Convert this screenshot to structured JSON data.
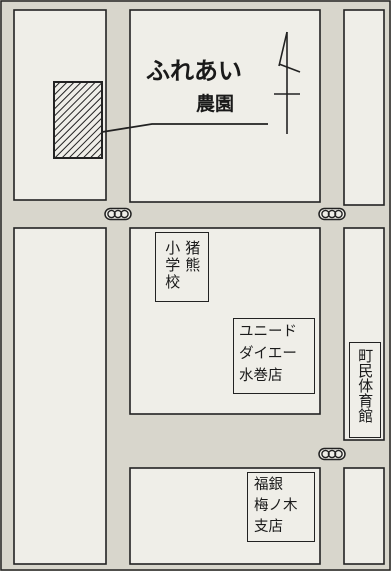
{
  "map": {
    "colors": {
      "background": "#d8d6cc",
      "block": "#efeee8",
      "line": "#222222"
    },
    "labels": {
      "farm_line1": "ふれあい",
      "farm_line2": "農園",
      "school_col_right": "猪熊",
      "school_col_left": "小学校",
      "store_line1": "ユニード",
      "store_line2": "ダイエー",
      "store_line3": "水巻店",
      "gym": "町民体育館",
      "bank_line1": "福銀",
      "bank_line2": "梅ノ木",
      "bank_line3": "支店"
    },
    "icons": {
      "traffic_signal": "traffic-signal-icon",
      "north_arrow": "north-arrow-icon",
      "farm_plot": "hatched-plot"
    }
  }
}
